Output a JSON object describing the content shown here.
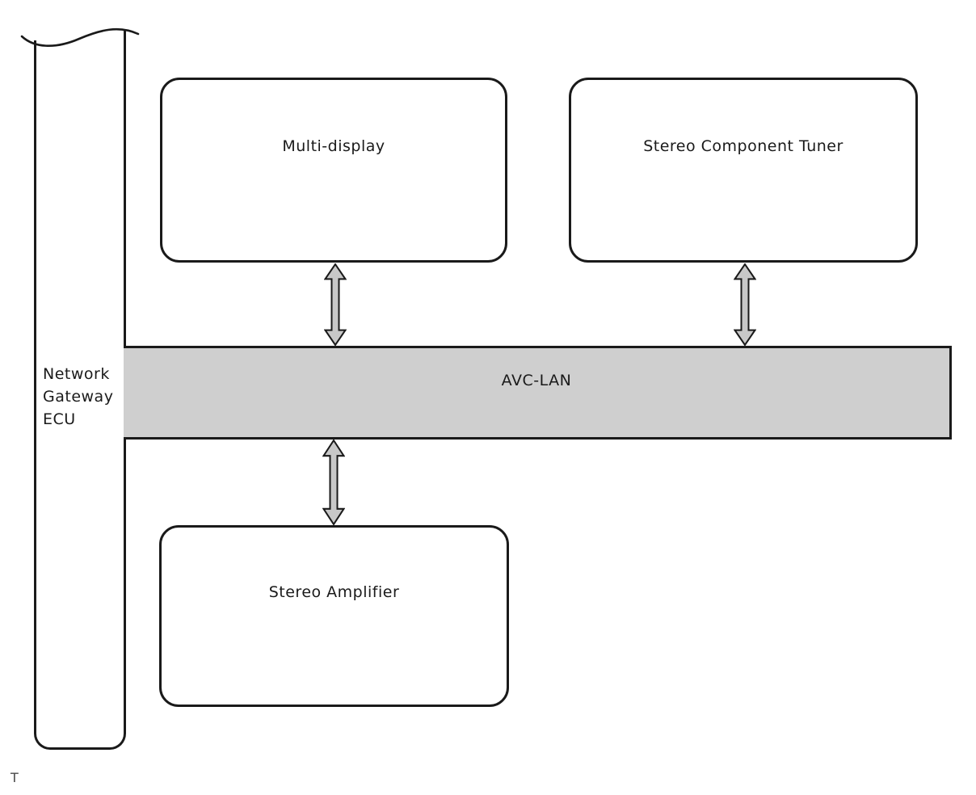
{
  "diagram": {
    "type": "bus-network-diagram",
    "bus": {
      "label": "AVC-LAN"
    },
    "gateway": {
      "lines": [
        "Network",
        "Gateway",
        "ECU"
      ]
    },
    "nodes": [
      {
        "id": "multi-display",
        "label": "Multi-display"
      },
      {
        "id": "stereo-component-tuner",
        "label": "Stereo Component Tuner"
      },
      {
        "id": "stereo-amplifier",
        "label": "Stereo Amplifier"
      }
    ],
    "footnote": "T",
    "colors": {
      "line": "#1a1a1a",
      "bus-fill": "#cfcfcf",
      "arrow-fill": "#c8c8c8",
      "text": "#1a1a1a",
      "footnote-text": "#4a4a4a",
      "background": "#ffffff"
    }
  }
}
